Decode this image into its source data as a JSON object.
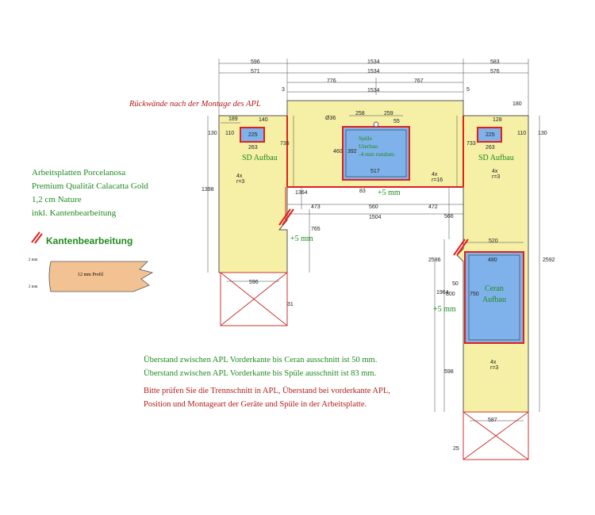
{
  "title": "Rückwände nach der Montage des APL",
  "spec": [
    "Arbeitsplatten Porcelanosa",
    "Premium Qualität Calacatta Gold",
    "1,2 cm Nature",
    "inkl. Kantenbearbeitung"
  ],
  "edge_label": "Kantenbearbeitung",
  "profile": {
    "label": "12 mm Profil",
    "top": "2 mm",
    "bottom": "2 mm"
  },
  "cutouts": {
    "sd_left": "SD Aufbau",
    "sd_right": "SD Aufbau",
    "sink": [
      "Spüle",
      "Uterbau",
      "-4 mm rundum"
    ],
    "ceran": [
      "Ceran",
      "Aufbau"
    ]
  },
  "offsets": {
    "sink": "+5 mm",
    "left": "+5 mm",
    "right": "+5 mm"
  },
  "notes_green": [
    "Überstand zwischen APL Vorderkante bis Ceran ausschnitt ist 50 mm.",
    "Überstand zwischen APL Vorderkante bis Spüle ausschnitt ist 83 mm."
  ],
  "notes_red": [
    "Bitte prüfen Sie die Trennschnitt in APL, Überstand bei vorderkante APL,",
    "Position und Montageart der Geräte und Spüle in der Arbeitsplatte."
  ],
  "dims": {
    "top_row1": [
      "596",
      "1534",
      "583"
    ],
    "top_row2": [
      "571",
      "1534",
      "576"
    ],
    "top_row3": [
      "776",
      "767"
    ],
    "top_row4": "1534",
    "small": [
      "3",
      "5",
      "180",
      "189",
      "140",
      "258",
      "259",
      "Ø36",
      "55",
      "128",
      "110",
      "130",
      "110",
      "130"
    ],
    "cut_w": [
      "225",
      "263",
      "517",
      "225",
      "263",
      "480"
    ],
    "cut_h": [
      "392",
      "460",
      "750",
      "800"
    ],
    "left_v": [
      "736",
      "1398",
      "1364",
      "765"
    ],
    "mid_h": [
      "473",
      "560",
      "472",
      "1504"
    ],
    "right_v": [
      "733",
      "566",
      "2586",
      "2592",
      "1964",
      "598"
    ],
    "radius": [
      "4x r=3",
      "4x r=16",
      "4x r=3",
      "4x r=3"
    ],
    "misc": [
      "83",
      "50",
      "520",
      "596",
      "31",
      "587",
      "25"
    ]
  },
  "colors": {
    "counter": "#f5f0a6",
    "cutout": "#7fb2ea",
    "edge": "#e02020",
    "text_green": "#1f8a1f",
    "text_red": "#b31a1a"
  }
}
